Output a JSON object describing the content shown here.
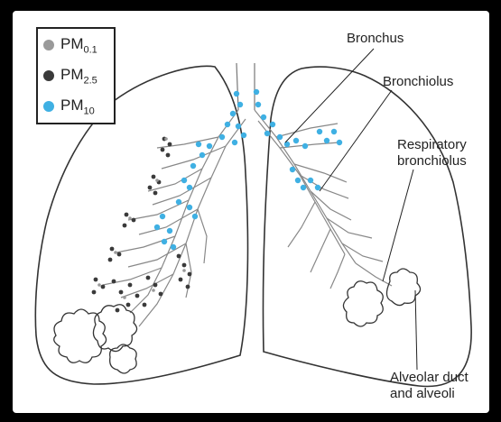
{
  "legend": {
    "items": [
      {
        "base": "PM",
        "sub": "0.1",
        "color": "#9a9a9a"
      },
      {
        "base": "PM",
        "sub": "2.5",
        "color": "#3a3a3a"
      },
      {
        "base": "PM",
        "sub": "10",
        "color": "#3fb0e3"
      }
    ]
  },
  "labels": {
    "bronchus": "Bronchus",
    "bronchiolus": "Bronchiolus",
    "respiratory_line1": "Respiratory",
    "respiratory_line2": "bronchiolus",
    "alveolar_line1": "Alveolar duct",
    "alveolar_line2": "and alveoli"
  }
}
